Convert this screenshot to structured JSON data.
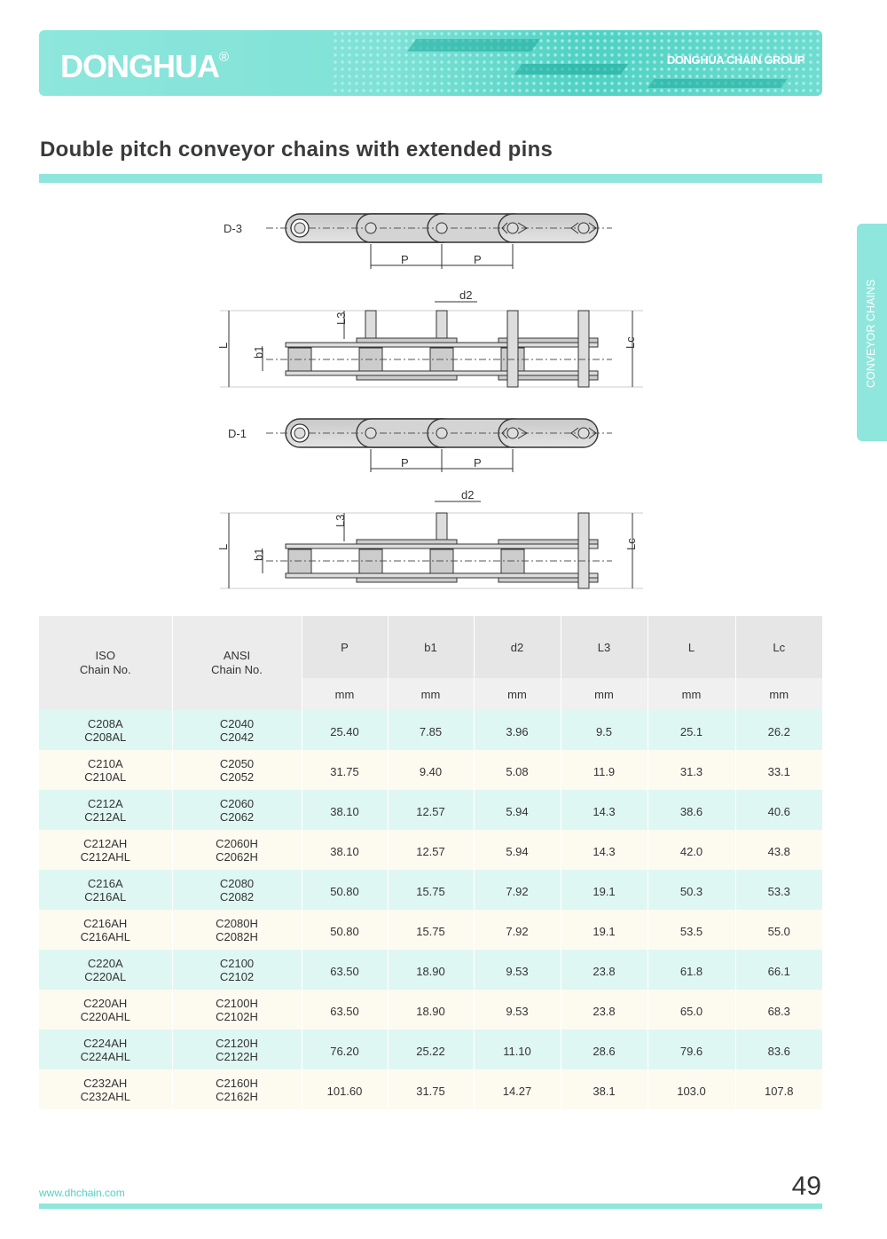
{
  "header": {
    "logo": "DONGHUA",
    "registered": "®",
    "group": "DONGHUA CHAIN GROUP"
  },
  "page_title": "Double pitch conveyor chains with extended pins",
  "side_tab": "CONVEYOR CHAINS",
  "diagram": {
    "type_d3": "D-3",
    "type_d1": "D-1",
    "p": "P",
    "d2": "d2",
    "l3": "L3",
    "l": "L",
    "b1": "b1",
    "lc": "Lc"
  },
  "table": {
    "head": {
      "iso": [
        "ISO",
        "Chain No."
      ],
      "ansi": [
        "ANSI",
        "Chain No."
      ],
      "cols": [
        "P",
        "b1",
        "d2",
        "L3",
        "L",
        "Lc"
      ],
      "unit": "mm"
    },
    "rows": [
      {
        "iso": [
          "C208A",
          "C208AL"
        ],
        "ansi": [
          "C2040",
          "C2042"
        ],
        "vals": [
          "25.40",
          "7.85",
          "3.96",
          "9.5",
          "25.1",
          "26.2"
        ]
      },
      {
        "iso": [
          "C210A",
          "C210AL"
        ],
        "ansi": [
          "C2050",
          "C2052"
        ],
        "vals": [
          "31.75",
          "9.40",
          "5.08",
          "11.9",
          "31.3",
          "33.1"
        ]
      },
      {
        "iso": [
          "C212A",
          "C212AL"
        ],
        "ansi": [
          "C2060",
          "C2062"
        ],
        "vals": [
          "38.10",
          "12.57",
          "5.94",
          "14.3",
          "38.6",
          "40.6"
        ]
      },
      {
        "iso": [
          "C212AH",
          "C212AHL"
        ],
        "ansi": [
          "C2060H",
          "C2062H"
        ],
        "vals": [
          "38.10",
          "12.57",
          "5.94",
          "14.3",
          "42.0",
          "43.8"
        ]
      },
      {
        "iso": [
          "C216A",
          "C216AL"
        ],
        "ansi": [
          "C2080",
          "C2082"
        ],
        "vals": [
          "50.80",
          "15.75",
          "7.92",
          "19.1",
          "50.3",
          "53.3"
        ]
      },
      {
        "iso": [
          "C216AH",
          "C216AHL"
        ],
        "ansi": [
          "C2080H",
          "C2082H"
        ],
        "vals": [
          "50.80",
          "15.75",
          "7.92",
          "19.1",
          "53.5",
          "55.0"
        ]
      },
      {
        "iso": [
          "C220A",
          "C220AL"
        ],
        "ansi": [
          "C2100",
          "C2102"
        ],
        "vals": [
          "63.50",
          "18.90",
          "9.53",
          "23.8",
          "61.8",
          "66.1"
        ]
      },
      {
        "iso": [
          "C220AH",
          "C220AHL"
        ],
        "ansi": [
          "C2100H",
          "C2102H"
        ],
        "vals": [
          "63.50",
          "18.90",
          "9.53",
          "23.8",
          "65.0",
          "68.3"
        ]
      },
      {
        "iso": [
          "C224AH",
          "C224AHL"
        ],
        "ansi": [
          "C2120H",
          "C2122H"
        ],
        "vals": [
          "76.20",
          "25.22",
          "11.10",
          "28.6",
          "79.6",
          "83.6"
        ]
      },
      {
        "iso": [
          "C232AH",
          "C232AHL"
        ],
        "ansi": [
          "C2160H",
          "C2162H"
        ],
        "vals": [
          "101.60",
          "31.75",
          "14.27",
          "38.1",
          "103.0",
          "107.8"
        ]
      }
    ]
  },
  "footer": {
    "url": "www.dhchain.com",
    "page_number": "49"
  }
}
